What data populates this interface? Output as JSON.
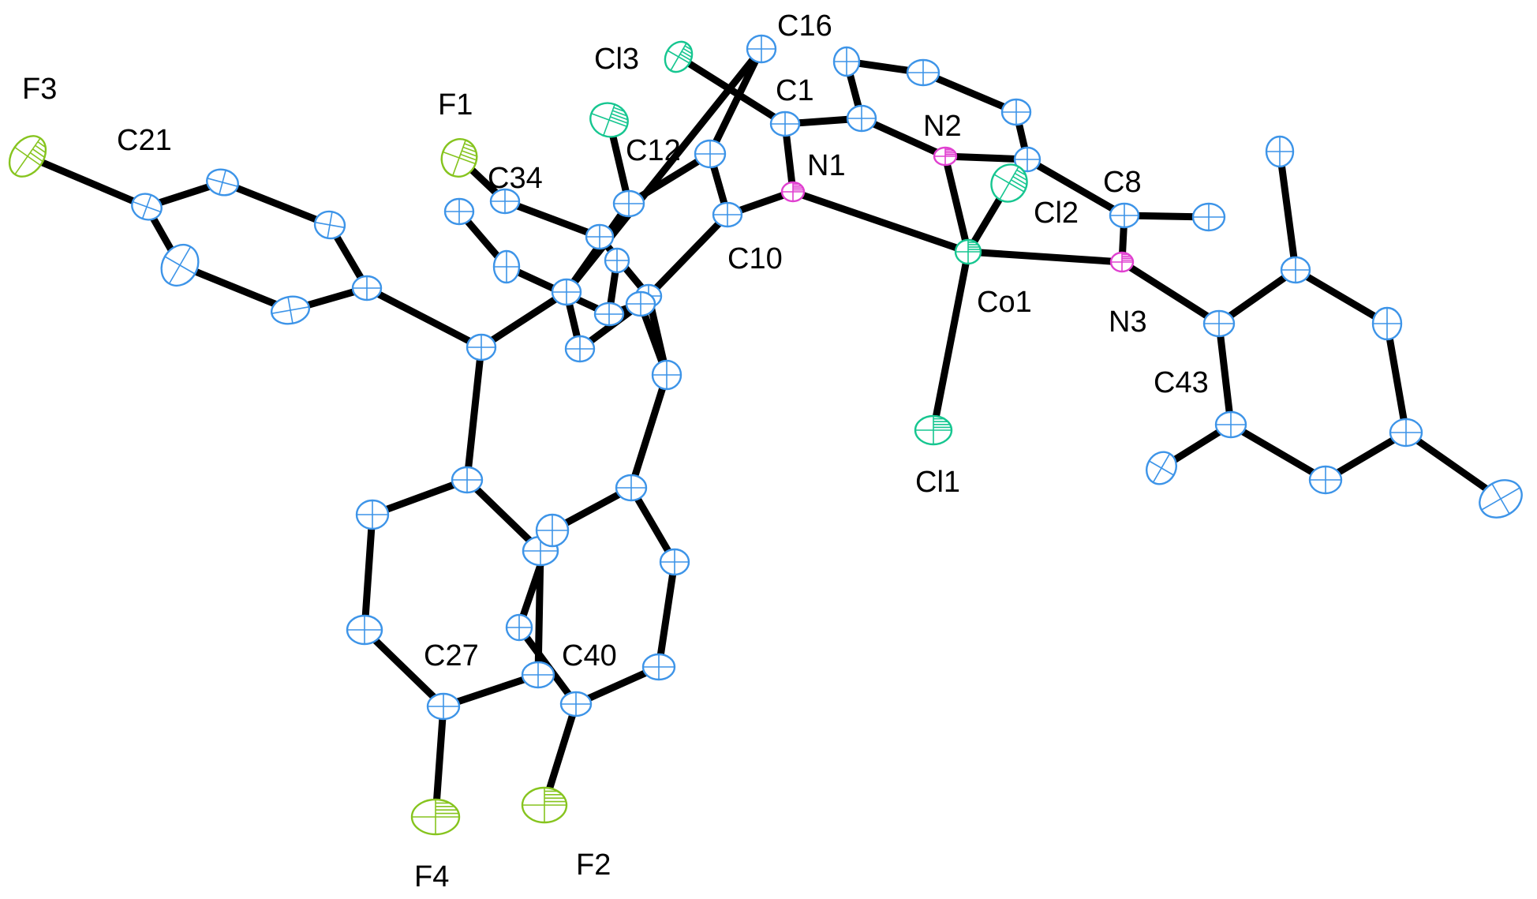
{
  "figure": {
    "element_colors": {
      "C": "#3d94e8",
      "N": "#e040d0",
      "Co": "#16c690",
      "Cl": "#16c690",
      "F": "#86c41e"
    },
    "labels": {
      "F3": "F3",
      "C21": "C21",
      "F1": "F1",
      "C34": "C34",
      "Cl3": "Cl3",
      "C16": "C16",
      "C12": "C12",
      "C1": "C1",
      "N1": "N1",
      "N2": "N2",
      "C10": "C10",
      "Cl2": "Cl2",
      "C8": "C8",
      "Co1": "Co1",
      "N3": "N3",
      "C43": "C43",
      "Cl1": "Cl1",
      "C27": "C27",
      "C40": "C40",
      "F4": "F4",
      "F2": "F2"
    }
  }
}
